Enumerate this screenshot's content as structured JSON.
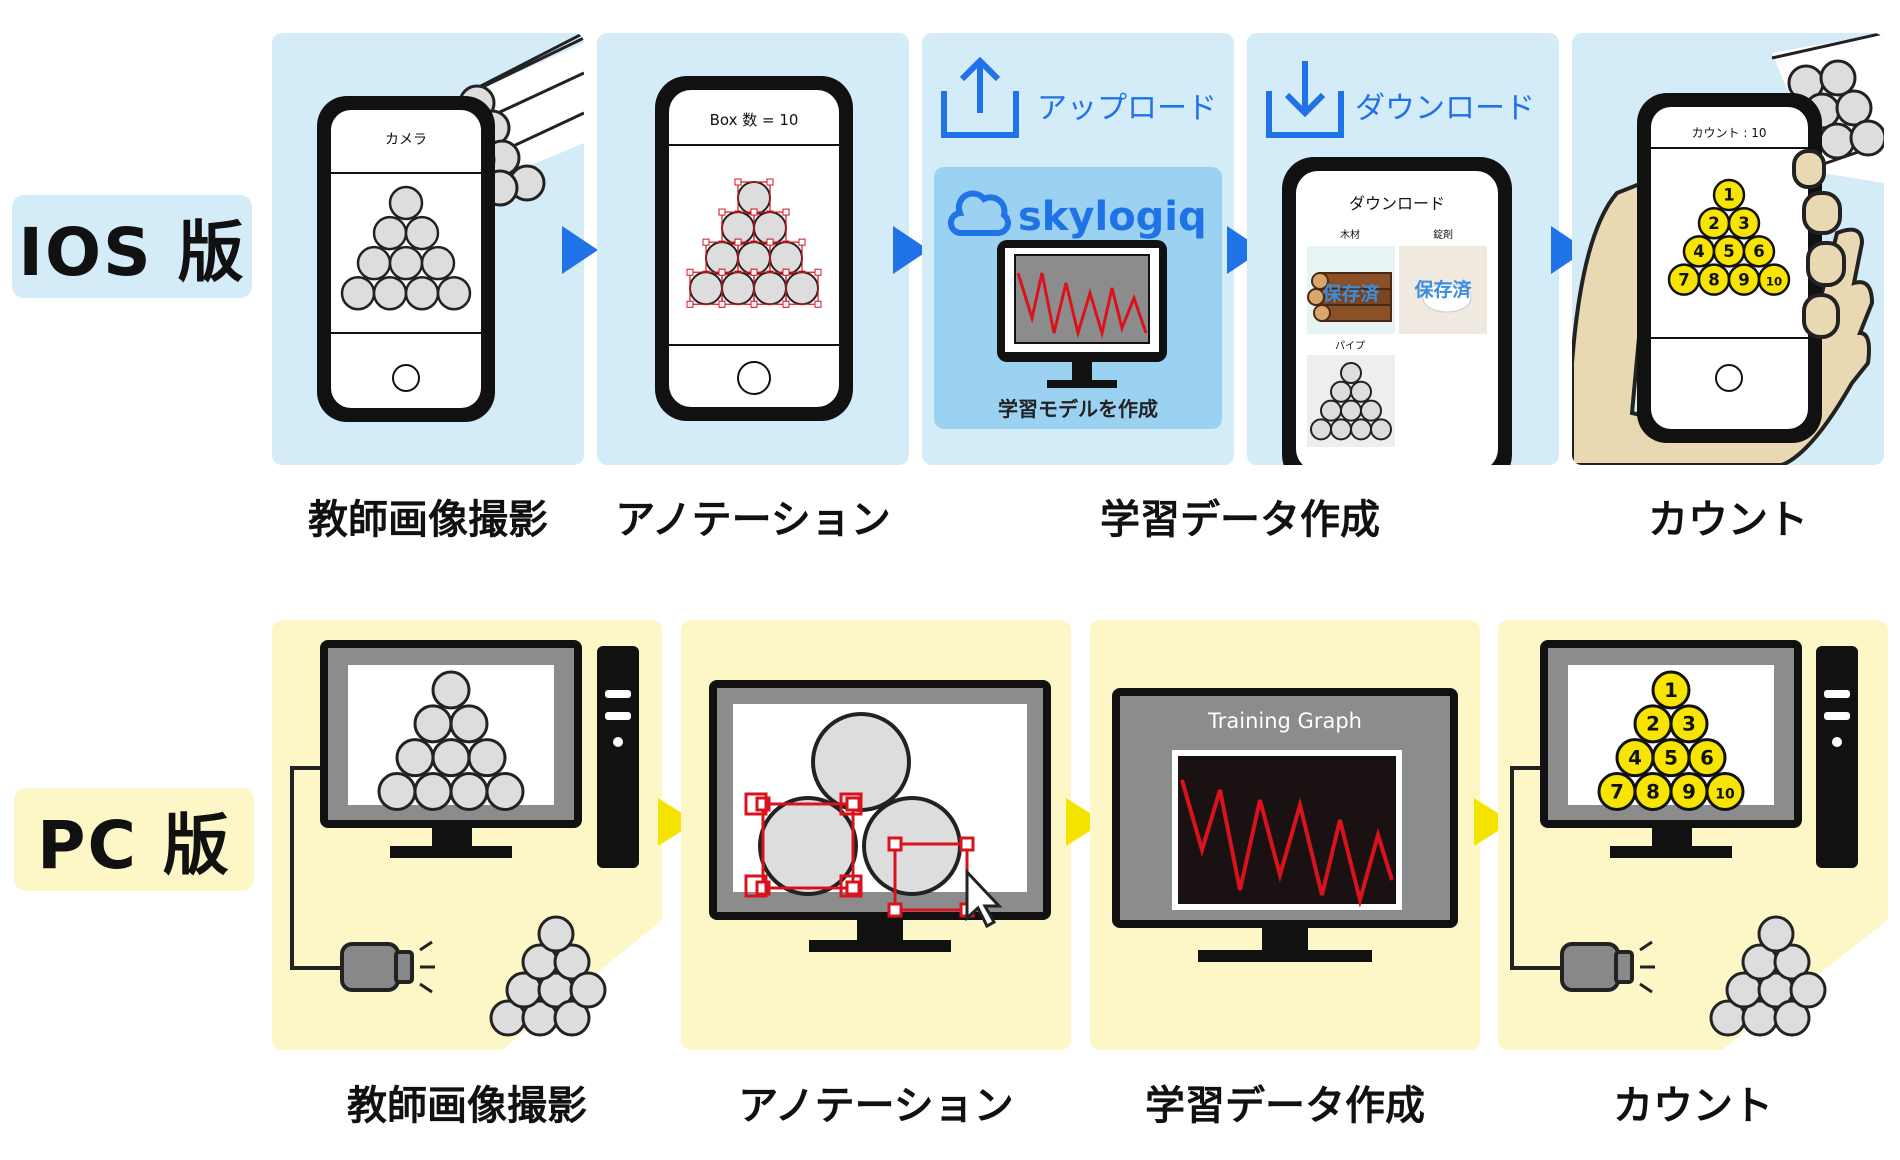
{
  "colors": {
    "ios_bg": "#d4ebf8",
    "pc_bg": "#fdf7c8",
    "blue": "#1f73e6",
    "yellow": "#f5e400",
    "annot": "#d9131e"
  },
  "ios": {
    "label": "IOS 版",
    "upload": "アップロード",
    "download": "ダウンロード",
    "camera": "カメラ",
    "box_count": "Box 数 = 10",
    "logo": "skylogiq",
    "create_model": "学習モデルを作成",
    "dl_title": "ダウンロード",
    "dl_items": [
      {
        "name": "木材",
        "status": "保存済"
      },
      {
        "name": "錠剤",
        "status": "保存済"
      },
      {
        "name": "パイプ"
      }
    ],
    "count_title": "カウント : 10",
    "steps": [
      "教師画像撮影",
      "アノテーション",
      "学習データ作成",
      "カウント"
    ]
  },
  "pc": {
    "label": "PC 版",
    "training_graph": "Training Graph",
    "steps": [
      "教師画像撮影",
      "アノテーション",
      "学習データ作成",
      "カウント"
    ]
  },
  "numbers": [
    "1",
    "2",
    "3",
    "4",
    "5",
    "6",
    "7",
    "8",
    "9",
    "10"
  ]
}
